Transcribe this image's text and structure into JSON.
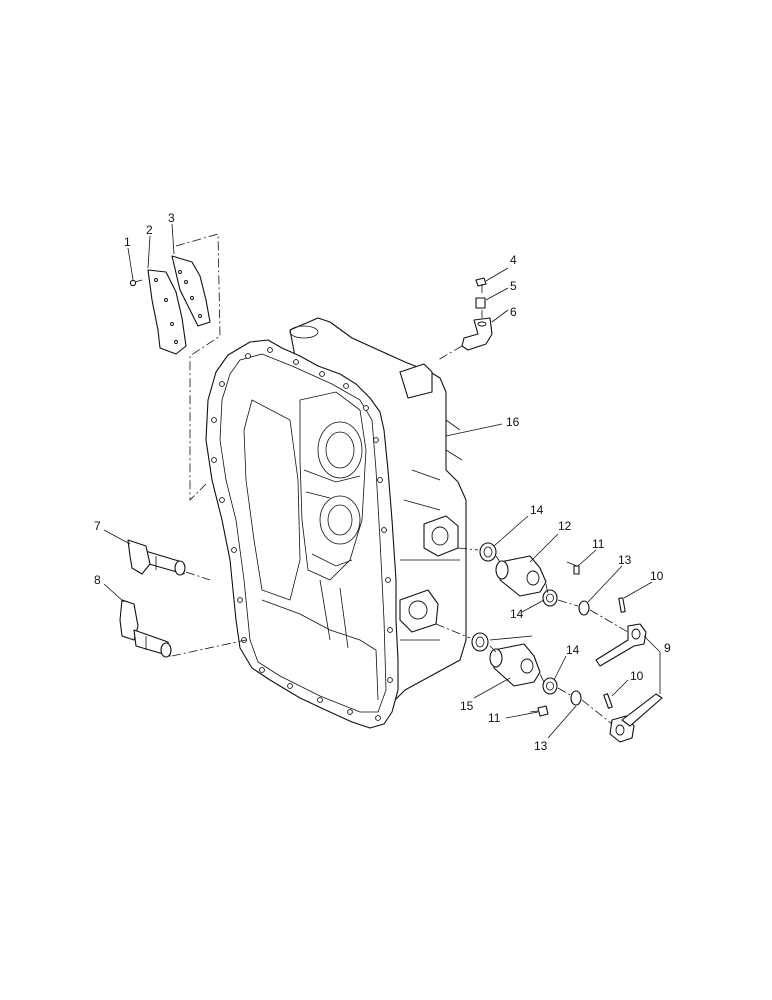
{
  "callouts": [
    "1",
    "2",
    "3",
    "4",
    "5",
    "6",
    "7",
    "8",
    "9",
    "10",
    "10",
    "11",
    "11",
    "12",
    "13",
    "13",
    "14",
    "14",
    "14",
    "15",
    "16"
  ],
  "parts": [
    {
      "id": "1",
      "icon": "screw-icon"
    },
    {
      "id": "2",
      "icon": "gasket-icon"
    },
    {
      "id": "3",
      "icon": "cover-plate-icon"
    },
    {
      "id": "4",
      "icon": "plug-icon"
    },
    {
      "id": "5",
      "icon": "spacer-icon"
    },
    {
      "id": "6",
      "icon": "elbow-fitting-icon"
    },
    {
      "id": "7",
      "icon": "shift-shaft-icon"
    },
    {
      "id": "8",
      "icon": "shift-shaft-icon"
    },
    {
      "id": "9",
      "icon": "lever-icon"
    },
    {
      "id": "10",
      "icon": "pin-icon"
    },
    {
      "id": "11",
      "icon": "bolt-icon"
    },
    {
      "id": "12",
      "icon": "housing-icon"
    },
    {
      "id": "13",
      "icon": "o-ring-icon"
    },
    {
      "id": "14",
      "icon": "bearing-icon"
    },
    {
      "id": "15",
      "icon": "housing-icon"
    },
    {
      "id": "16",
      "icon": "transmission-case-icon"
    }
  ]
}
